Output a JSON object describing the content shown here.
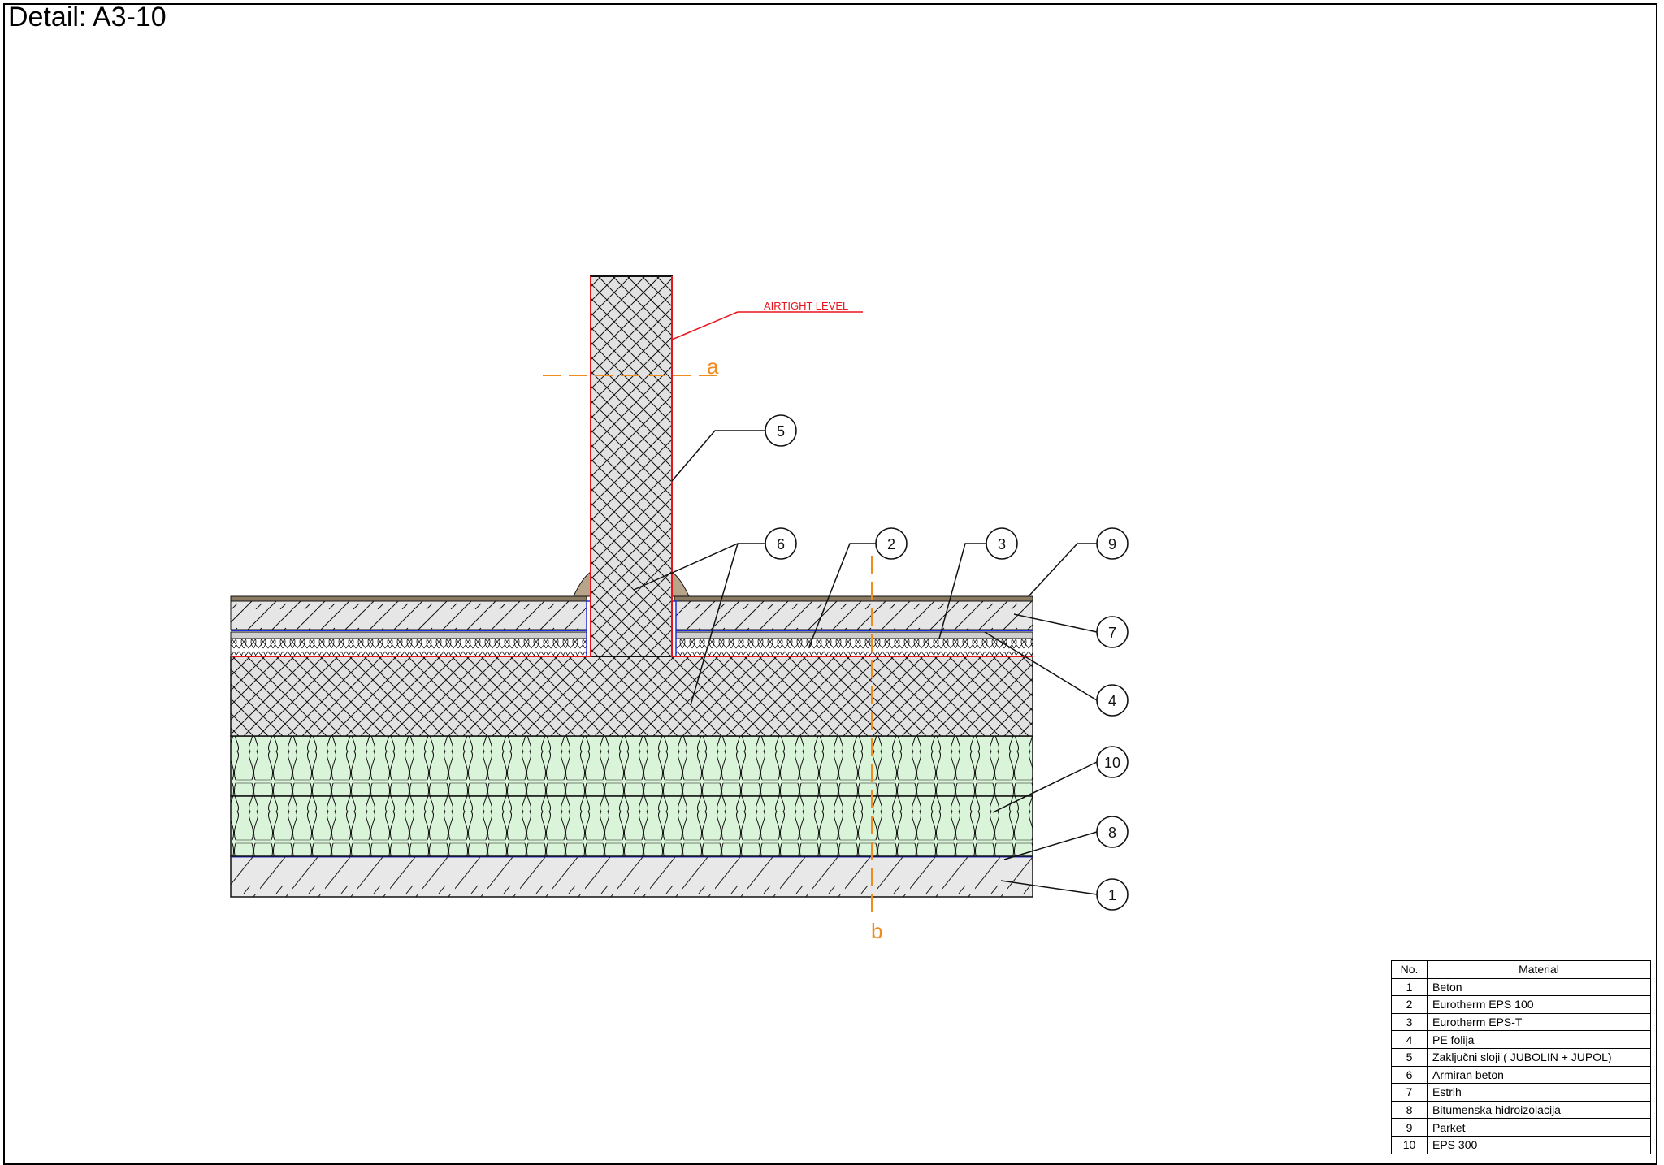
{
  "title": "Detail: A3-10",
  "annotations": {
    "airtight": "AIRTIGHT LEVEL",
    "section_a": "a",
    "section_b": "b"
  },
  "callouts": [
    "5",
    "6",
    "2",
    "3",
    "9",
    "7",
    "4",
    "10",
    "8",
    "1"
  ],
  "legend": {
    "header_no": "No.",
    "header_material": "Material",
    "rows": [
      {
        "no": "1",
        "material": "Beton"
      },
      {
        "no": "2",
        "material": "Eurotherm EPS 100"
      },
      {
        "no": "3",
        "material": "Eurotherm EPS-T"
      },
      {
        "no": "4",
        "material": "PE folija"
      },
      {
        "no": "5",
        "material": "Zaključni sloji  ( JUBOLIN + JUPOL)"
      },
      {
        "no": "6",
        "material": "Armiran beton"
      },
      {
        "no": "7",
        "material": "Estrih"
      },
      {
        "no": "8",
        "material": "Bitumenska hidroizolacija"
      },
      {
        "no": "9",
        "material": "Parket"
      },
      {
        "no": "10",
        "material": "EPS 300"
      }
    ]
  },
  "colors": {
    "airtight": "#e8141c",
    "section_line": "#f08c1e",
    "eps300_fill": "#d9f4d9",
    "concrete_fill": "#e6e6e6",
    "membrane": "#1e2fd6"
  }
}
